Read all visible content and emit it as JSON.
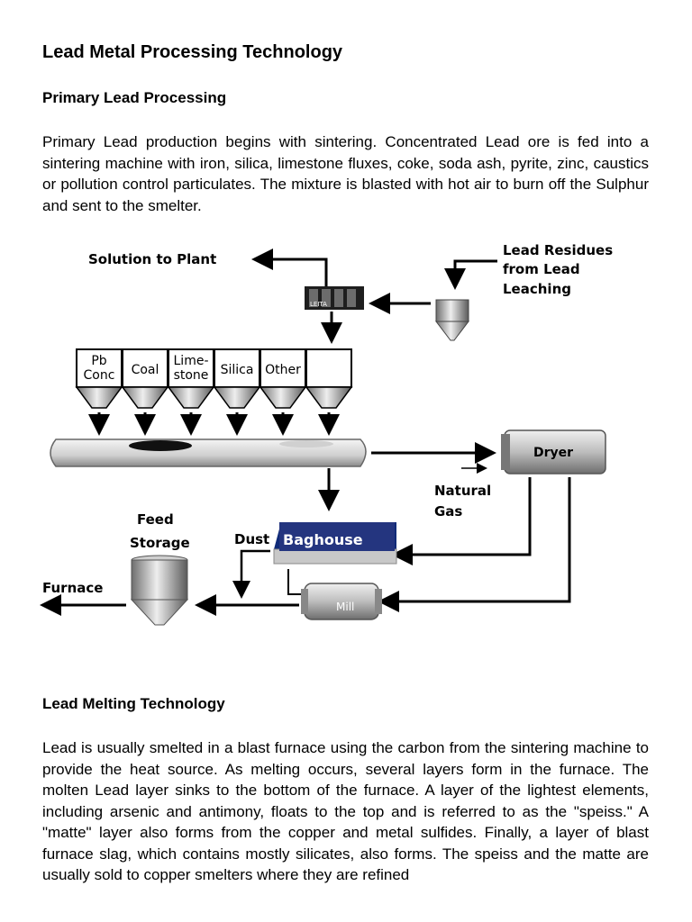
{
  "document": {
    "title": "Lead Metal Processing Technology",
    "section1_heading": "Primary Lead Processing",
    "section1_text": "Primary Lead production begins with sintering. Concentrated Lead ore is fed into a sintering machine with iron, silica, limestone fluxes, coke, soda ash, pyrite, zinc, caustics or pollution control particulates. The mixture is blasted with hot air to burn off the Sulphur and sent to the smelter.",
    "section2_heading": "Lead Melting Technology",
    "section2_text": "Lead is usually smelted in a blast furnace using the carbon from the sintering machine to provide the heat source. As melting occurs, several layers form in the furnace. The molten Lead layer sinks to the bottom of the furnace. A layer of the lightest elements, including arsenic and antimony, floats to the top and is referred to as the \"speiss.\" A \"matte\" layer also forms from the copper and metal sulfides. Finally, a layer of blast furnace slag, which contains mostly silicates, also forms. The speiss and the matte are usually sold to copper smelters where they are refined"
  },
  "diagram": {
    "solution_to_plant": "Solution to Plant",
    "lead_residues_1": "Lead Residues",
    "lead_residues_2": "from Lead",
    "lead_residues_3": "Leaching",
    "filter_label": "LEITA",
    "hopper1_a": "Pb",
    "hopper1_b": "Conc",
    "hopper2": "Coal",
    "hopper3_a": "Lime-",
    "hopper3_b": "stone",
    "hopper4": "Silica",
    "hopper5": "Other",
    "dryer": "Dryer",
    "natural_gas_1": "Natural",
    "natural_gas_2": "Gas",
    "feed_storage_1": "Feed",
    "feed_storage_2": "Storage",
    "dust": "Dust",
    "baghouse": "Baghouse",
    "furnace": "Furnace",
    "mill": "Mill"
  }
}
